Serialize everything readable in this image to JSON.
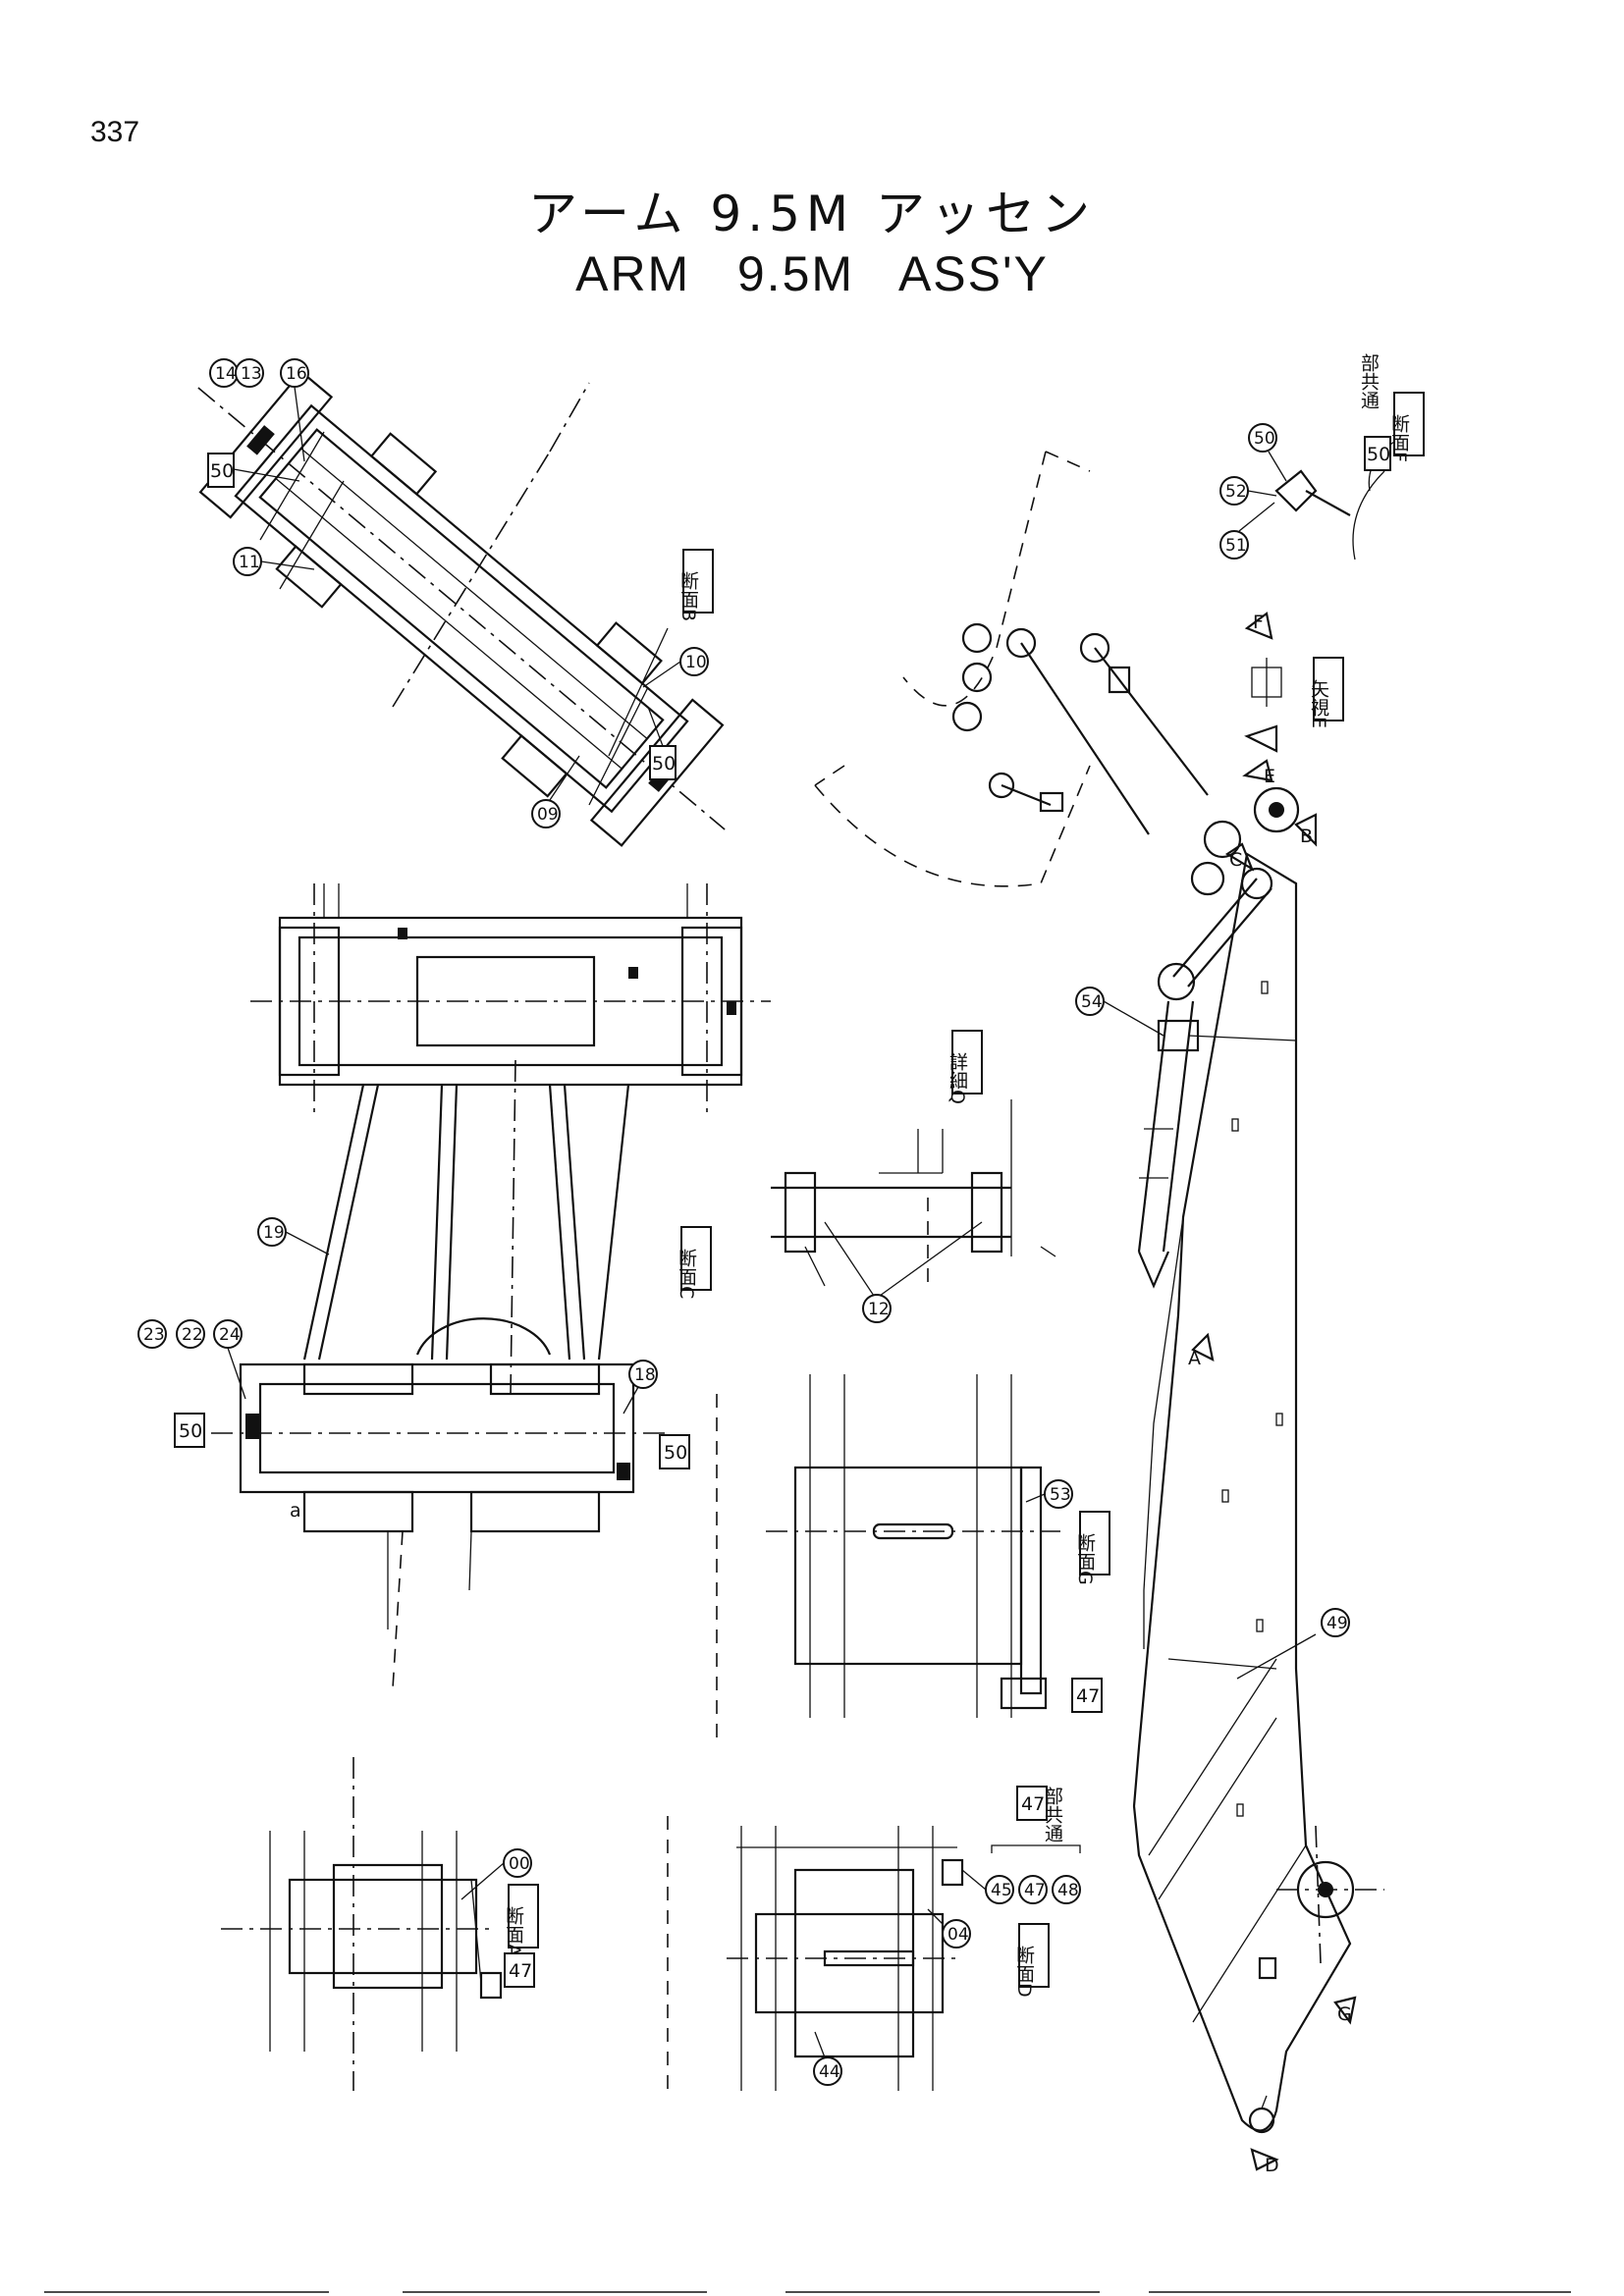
{
  "page_number": "337",
  "title_jp": "アーム 9.5M アッセン",
  "title_en": "ARM   9.5M   ASS'Y",
  "part_callouts": [
    "14",
    "13",
    "16",
    "11",
    "10",
    "09",
    "19",
    "23",
    "22",
    "24",
    "18",
    "12",
    "54",
    "52",
    "51",
    "50",
    "00",
    "04",
    "44",
    "45",
    "47",
    "48",
    "49",
    "53"
  ],
  "boxed_refs": [
    "50",
    "47"
  ],
  "section_labels": {
    "a": "断面A",
    "b": "断面B",
    "c": "断面C",
    "d": "断面D",
    "f": "断面F",
    "g": "断面G",
    "detail_q": "詳細Q",
    "view_e": "矢視E"
  },
  "common_note": "部共通",
  "view_markers": [
    "A",
    "B",
    "C",
    "D",
    "E",
    "F",
    "G"
  ],
  "small_letter": "a"
}
